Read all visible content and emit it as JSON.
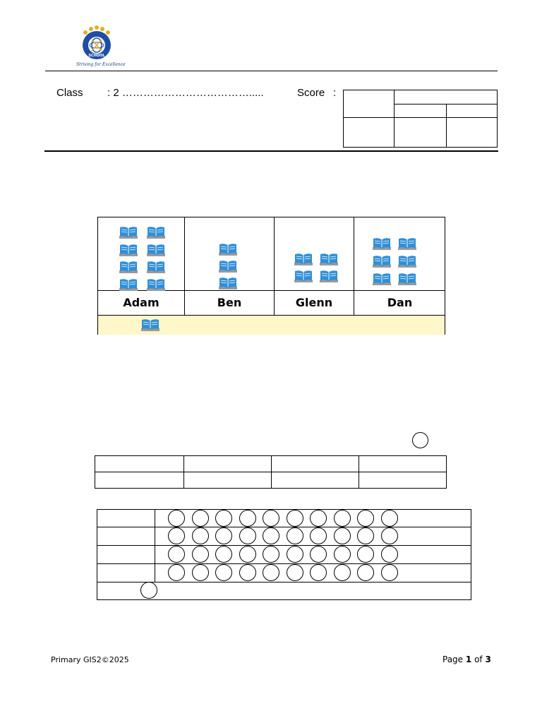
{
  "header": {
    "tagline": "Striving for Excellence",
    "class_label": "Class",
    "class_value": ": 2 ……………………………….....",
    "score_label": "Score",
    "score_colon": ":"
  },
  "pictograph": {
    "names": [
      "Adam",
      "Ben",
      "Glenn",
      "Dan"
    ],
    "counts": [
      8,
      3,
      4,
      6
    ],
    "key_count": 1
  },
  "footer": {
    "left": "Primary GIS2©2025",
    "page_word": "Page",
    "page_num": "1",
    "of_word": "of",
    "page_total": "3"
  },
  "colors": {
    "key_fill": "#fdf7c9",
    "book_blue": "#2e8fd8"
  }
}
